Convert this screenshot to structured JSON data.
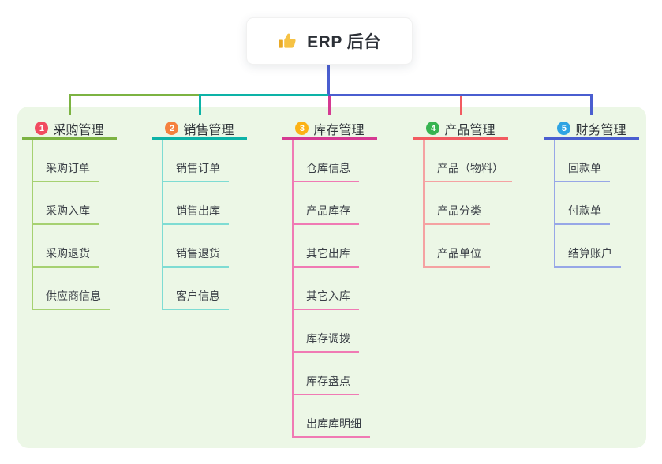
{
  "root": {
    "label": "ERP 后台",
    "icon": "thumbs-up-icon",
    "line_color": "#4a5ed0",
    "box_bg": "#ffffff"
  },
  "panel": {
    "bg": "#ecf7e6"
  },
  "branches": [
    {
      "index": "1",
      "label": "采购管理",
      "color": "#7cb342",
      "light_color": "#a6d171",
      "badge_color": "#f14b60",
      "children": [
        "采购订单",
        "采购入库",
        "采购退货",
        "供应商信息"
      ]
    },
    {
      "index": "2",
      "label": "销售管理",
      "color": "#0db3a7",
      "light_color": "#7edcd3",
      "badge_color": "#f5813e",
      "children": [
        "销售订单",
        "销售出库",
        "销售退货",
        "客户信息"
      ]
    },
    {
      "index": "3",
      "label": "库存管理",
      "color": "#d53a92",
      "light_color": "#f07ab4",
      "badge_color": "#fcb216",
      "children": [
        "仓库信息",
        "产品库存",
        "其它出库",
        "其它入库",
        "库存调拨",
        "库存盘点",
        "出库库明细"
      ]
    },
    {
      "index": "4",
      "label": "产品管理",
      "color": "#f25b60",
      "light_color": "#f5a2a2",
      "badge_color": "#38b451",
      "children": [
        "产品（物料）",
        "产品分类",
        "产品单位"
      ]
    },
    {
      "index": "5",
      "label": "财务管理",
      "color": "#4a5ed0",
      "light_color": "#97a7e7",
      "badge_color": "#2fa4e3",
      "children": [
        "回款单",
        "付款单",
        "结算账户"
      ]
    }
  ]
}
